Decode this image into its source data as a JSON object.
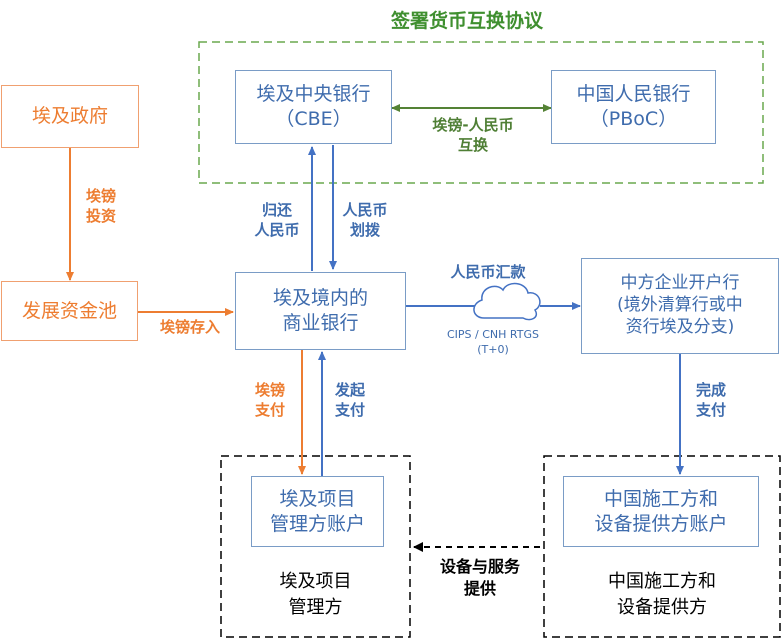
{
  "title": "签署货币互换协议",
  "nodes": {
    "egypt_gov": "埃及政府",
    "dev_fund": "发展资金池",
    "cbe": [
      "埃及中央银行",
      "（CBE）"
    ],
    "pboc": [
      "中国人民银行",
      "（PBoC）"
    ],
    "egypt_bank": [
      "埃及境内的",
      "商业银行"
    ],
    "cn_bank": [
      "中方企业开户行",
      "(境外清算行或中",
      "资行埃及分支)"
    ],
    "egypt_account": [
      "埃及项目",
      "管理方账户"
    ],
    "cn_account": [
      "中国施工方和",
      "设备提供方账户"
    ]
  },
  "groups": {
    "egypt_pm": [
      "埃及项目",
      "管理方"
    ],
    "cn_contractor": [
      "中国施工方和",
      "设备提供方"
    ]
  },
  "labels": {
    "swap": [
      "埃镑-人民币",
      "互换"
    ],
    "gov_invest": [
      "埃镑",
      "投资"
    ],
    "deposit": "埃镑存入",
    "return_rmb": [
      "归还",
      "人民币"
    ],
    "allocate_rmb": [
      "人民币",
      "划拨"
    ],
    "remit": "人民币汇款",
    "cips": [
      "CIPS / CNH RTGS",
      "(T+0)"
    ],
    "egp_pay": [
      "埃镑",
      "支付"
    ],
    "initiate_pay": [
      "发起",
      "支付"
    ],
    "complete_pay": [
      "完成",
      "支付"
    ],
    "service": [
      "设备与服务",
      "提供"
    ]
  },
  "colors": {
    "blue": "#4472c4",
    "orange": "#ed7d31",
    "green": "#548235",
    "black": "#000000"
  }
}
